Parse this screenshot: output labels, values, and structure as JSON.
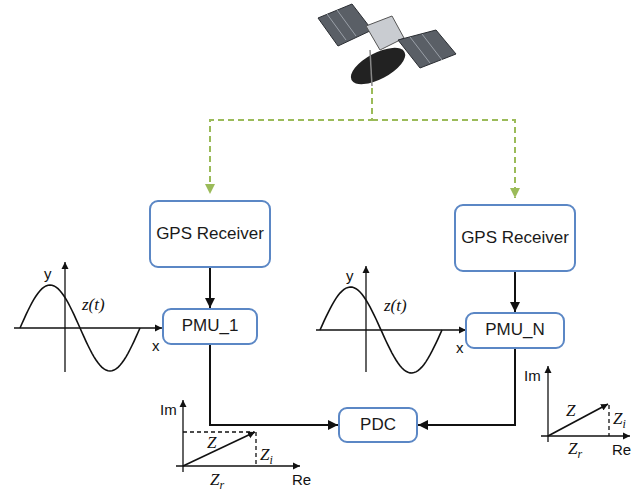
{
  "diagram": {
    "nodes": [
      {
        "text": [
          "GPS Receiver"
        ]
      },
      {
        "text": [
          "GPS Receiver"
        ]
      },
      {
        "text": [
          "PMU_1"
        ]
      },
      {
        "text": [
          "PMU_N"
        ]
      },
      {
        "text": [
          "PDC"
        ]
      }
    ],
    "edges": [
      {
        "from": 0,
        "to": 2,
        "arrow": "to"
      },
      {
        "from": 1,
        "to": 3,
        "arrow": "to"
      },
      {
        "from": 2,
        "to": 4,
        "arrow": "to"
      },
      {
        "from": 3,
        "to": 4,
        "arrow": "to"
      }
    ],
    "labels": [
      "y",
      "z(t)",
      "x",
      "Im",
      "Z",
      "Zi",
      "Zr",
      "Re",
      "y",
      "z(t)",
      "x",
      "Im",
      "Z",
      "Zi",
      "Zr",
      "Re"
    ]
  }
}
